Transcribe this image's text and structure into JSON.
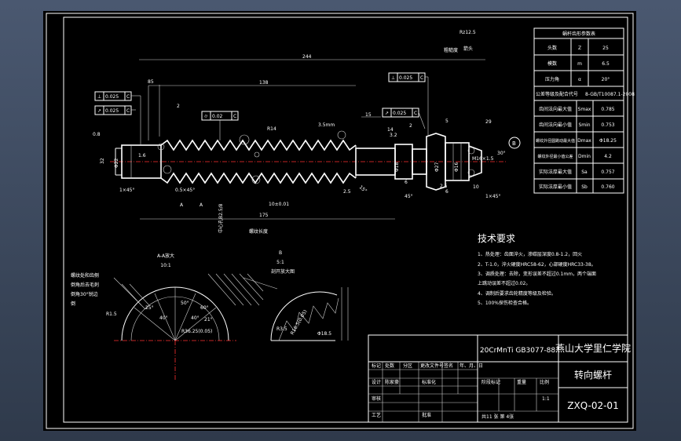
{
  "dims": {
    "overall": "244",
    "d138": "138",
    "d175": "175",
    "d85": "85",
    "d15": "15",
    "d14": "14",
    "d29": "29",
    "d5": "5",
    "d3_2": "3.2",
    "d2a": "2",
    "d2b": "2",
    "m2_5": "2.5",
    "m2_5b": "2.5",
    "m0_8": "0.8",
    "m1_6": "1.6",
    "phi22": "Φ22",
    "phi18": "Φ18",
    "phi27": "Φ27",
    "phi16": "Φ16",
    "d32": "32",
    "d6": "6",
    "d6b": "6",
    "r14": "R14",
    "d10": "10±0.01",
    "pitch": "3.5mm",
    "chamfer_left": "1×45°",
    "chamfer_left2": "0.5×45°",
    "chamfer_right": "1×45°",
    "deg45": "45°",
    "angle15": "15°",
    "label_a": "A",
    "label_a2": "A",
    "label_b": "B",
    "label_jiantou": "箭头",
    "thread_len": "螺纹长度",
    "zhong": "中心孔B2.5/8",
    "m_thread": "M16×1.5",
    "deg30": "30°",
    "ten": "10",
    "rz": "Rz12.5",
    "fine": "粗糙度"
  },
  "tol": {
    "t1_sym": "⊥",
    "t1_val": "0.025",
    "t1_ref": "C",
    "t2_sym": "↗",
    "t2_val": "0.025",
    "t2_ref": "C",
    "t3_sym": "⊥",
    "t3_val": "0.025",
    "t3_ref": "C",
    "t4_sym": "↗",
    "t4_val": "0.025",
    "t4_ref": "C",
    "t5_sym": "⌭",
    "t5_val": "0.02",
    "t5_ref": "C"
  },
  "param_table": {
    "title": "蜗杆齿形参数表",
    "rows": [
      {
        "name": "头数",
        "sym": "Z",
        "val": "25"
      },
      {
        "name": "模数",
        "sym": "m",
        "val": "6.5"
      },
      {
        "name": "压力角",
        "sym": "α",
        "val": "20°"
      },
      {
        "name": "公差等级及配合代号",
        "sym": "",
        "val": "8-GB/T10087.1-2008"
      },
      {
        "name": "齿间法向最大值",
        "sym": "Smax",
        "val": "0.785"
      },
      {
        "name": "齿间法向最小值",
        "sym": "Smin",
        "val": "0.753"
      },
      {
        "name": "螺纹外径圆跳动最大值",
        "sym": "Dmax",
        "val": "Φ18.25"
      },
      {
        "name": "螺纹外径最小值公差",
        "sym": "Dmin",
        "val": "4.2"
      },
      {
        "name": "实际法厚最大值",
        "sym": "Sa",
        "val": "0.757"
      },
      {
        "name": "实际法厚最小值",
        "sym": "Sb",
        "val": "0.760"
      }
    ]
  },
  "tech": {
    "title": "技术要求",
    "items": [
      "1、热处理：齿面淬火，渗碳层深度0.8-1.2，回火",
      "2、T-1.0，淬火硬度HRC58-62，心部硬度HRC33-38。",
      "3、调质处理：去除，变形误差不超过0.1mm，两个端面",
      "   上跳动误差不超过0.02。",
      "4、调制后要求齿轮精度等级及检验。",
      "5、100%探伤检查合格。"
    ]
  },
  "views": {
    "a_title": "A-A放大",
    "a_scale": "10:1",
    "b_title": "B",
    "b_scale": "5:1",
    "b_sub": "剖开放大图",
    "note1": "螺纹处和齿侧",
    "note2": "倒角后去毛刺",
    "note3": "倒角30°锐边",
    "note4": "倒",
    "a_dim1": "25°",
    "a_dim2": "40°",
    "a_dim3": "40°",
    "a_dim4": "50°",
    "a_dim5": "60°",
    "a_dim6": "R36.25(0.05)",
    "a_dim7": "21°",
    "a_dim8": "R1.5",
    "b_dim1": "R16.5(0.05)",
    "b_dim2": "Φ18.5",
    "b_dim3": "R3.5"
  },
  "title_block": {
    "material": "20CrMnTi GB3077-88",
    "school": "燕山大学里仁学院",
    "part_name": "转向螺杆",
    "drawing_no": "ZXQ-02-01",
    "scale": "1:1",
    "h_mark": "标记",
    "h_count": "处数",
    "h_zone": "分区",
    "h_change": "更改文件号",
    "h_sign": "签名",
    "h_date": "年、月、日",
    "r_design": "设计",
    "r_design_name": "陈家豪",
    "r_std": "标准化",
    "r_check": "审核",
    "r_craft": "工艺",
    "r_approve": "批准",
    "h_stage": "阶段标记",
    "h_weight": "重量",
    "h_ratio": "比例",
    "sheets": "共11  张  第  4张"
  }
}
